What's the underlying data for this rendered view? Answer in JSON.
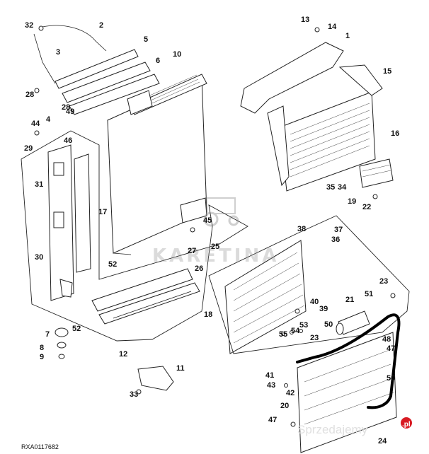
{
  "figure": {
    "ref_code": "RXA0117682",
    "callouts": [
      "1",
      "2",
      "3",
      "4",
      "5",
      "6",
      "7",
      "8",
      "9",
      "10",
      "11",
      "12",
      "13",
      "14",
      "15",
      "16",
      "17",
      "18",
      "19",
      "20",
      "21",
      "22",
      "23",
      "23",
      "24",
      "25",
      "26",
      "27",
      "28",
      "28",
      "29",
      "30",
      "31",
      "32",
      "33",
      "34",
      "35",
      "36",
      "37",
      "38",
      "39",
      "40",
      "41",
      "42",
      "43",
      "44",
      "45",
      "46",
      "47",
      "47",
      "48",
      "49",
      "50",
      "50",
      "51",
      "52",
      "52",
      "53",
      "54",
      "55"
    ]
  },
  "watermarks": {
    "center_text": "KARETINA",
    "brand_text": "Sprzedajemy",
    "brand_suffix": ".pl"
  },
  "colors": {
    "line": "#222222",
    "hose": "#000000",
    "watermark": "#9a9a9a",
    "brand_accent": "#d81b23"
  }
}
